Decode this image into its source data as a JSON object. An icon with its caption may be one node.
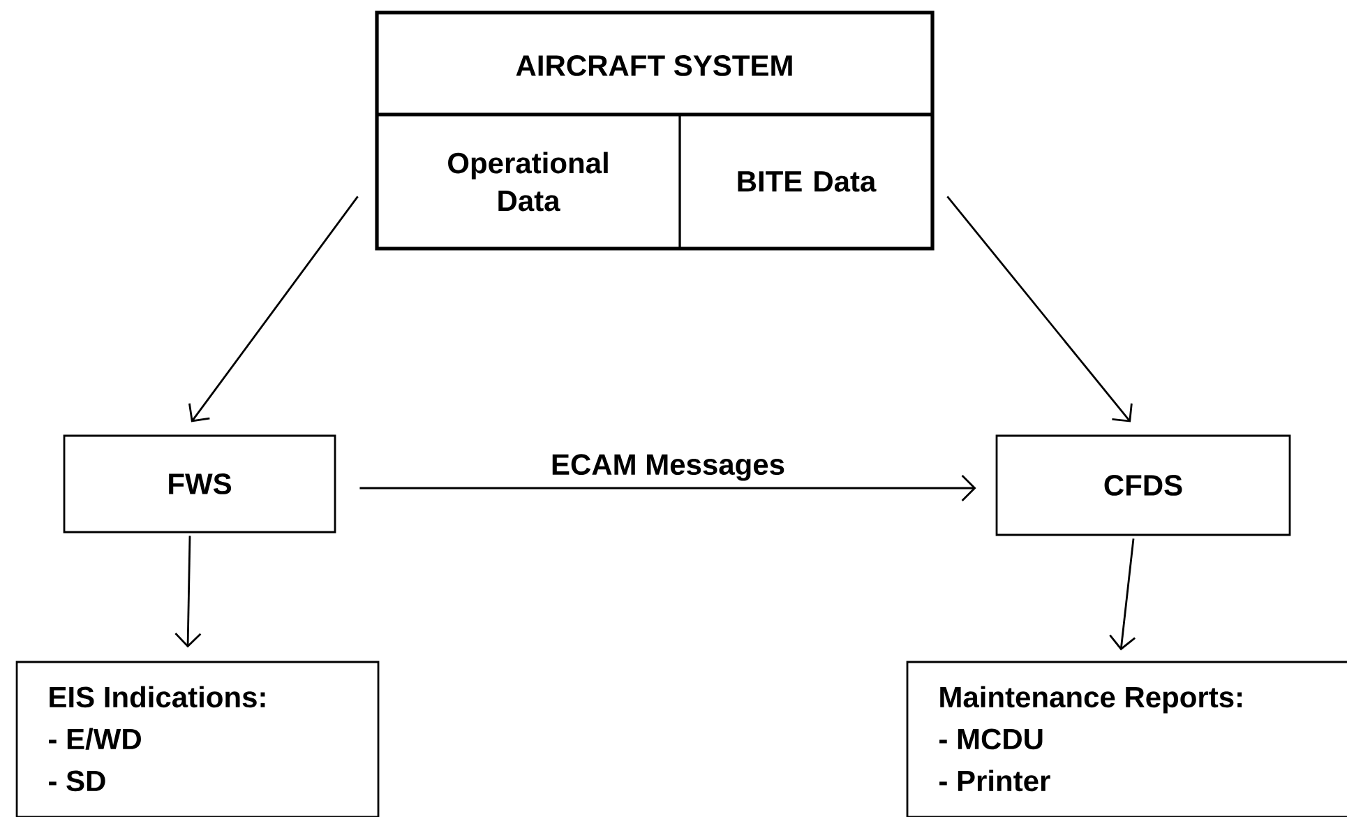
{
  "diagram": {
    "nodes": [
      {
        "text": [
          "AIRCRAFT SYSTEM"
        ]
      },
      {
        "text": [
          "Operational Data"
        ],
        "in": 0
      },
      {
        "text": [
          "BITE Data"
        ],
        "in": 0
      },
      {
        "text": [
          "FWS"
        ]
      },
      {
        "text": [
          "CFDS"
        ]
      },
      {
        "text": [
          "EIS Indications:",
          "- E/WD",
          "- SD"
        ]
      },
      {
        "text": [
          "Maintenance Reports:",
          "- MCDU",
          "- Printer"
        ]
      }
    ],
    "edges": [
      {
        "from": 1,
        "to": 3,
        "arrow": "to"
      },
      {
        "from": 2,
        "to": 4,
        "arrow": "to"
      },
      {
        "from": 3,
        "to": 4,
        "arrow": "to",
        "label": "ECAM Messages"
      },
      {
        "from": 3,
        "to": 5,
        "arrow": "to"
      },
      {
        "from": 4,
        "to": 6,
        "arrow": "to"
      }
    ]
  }
}
